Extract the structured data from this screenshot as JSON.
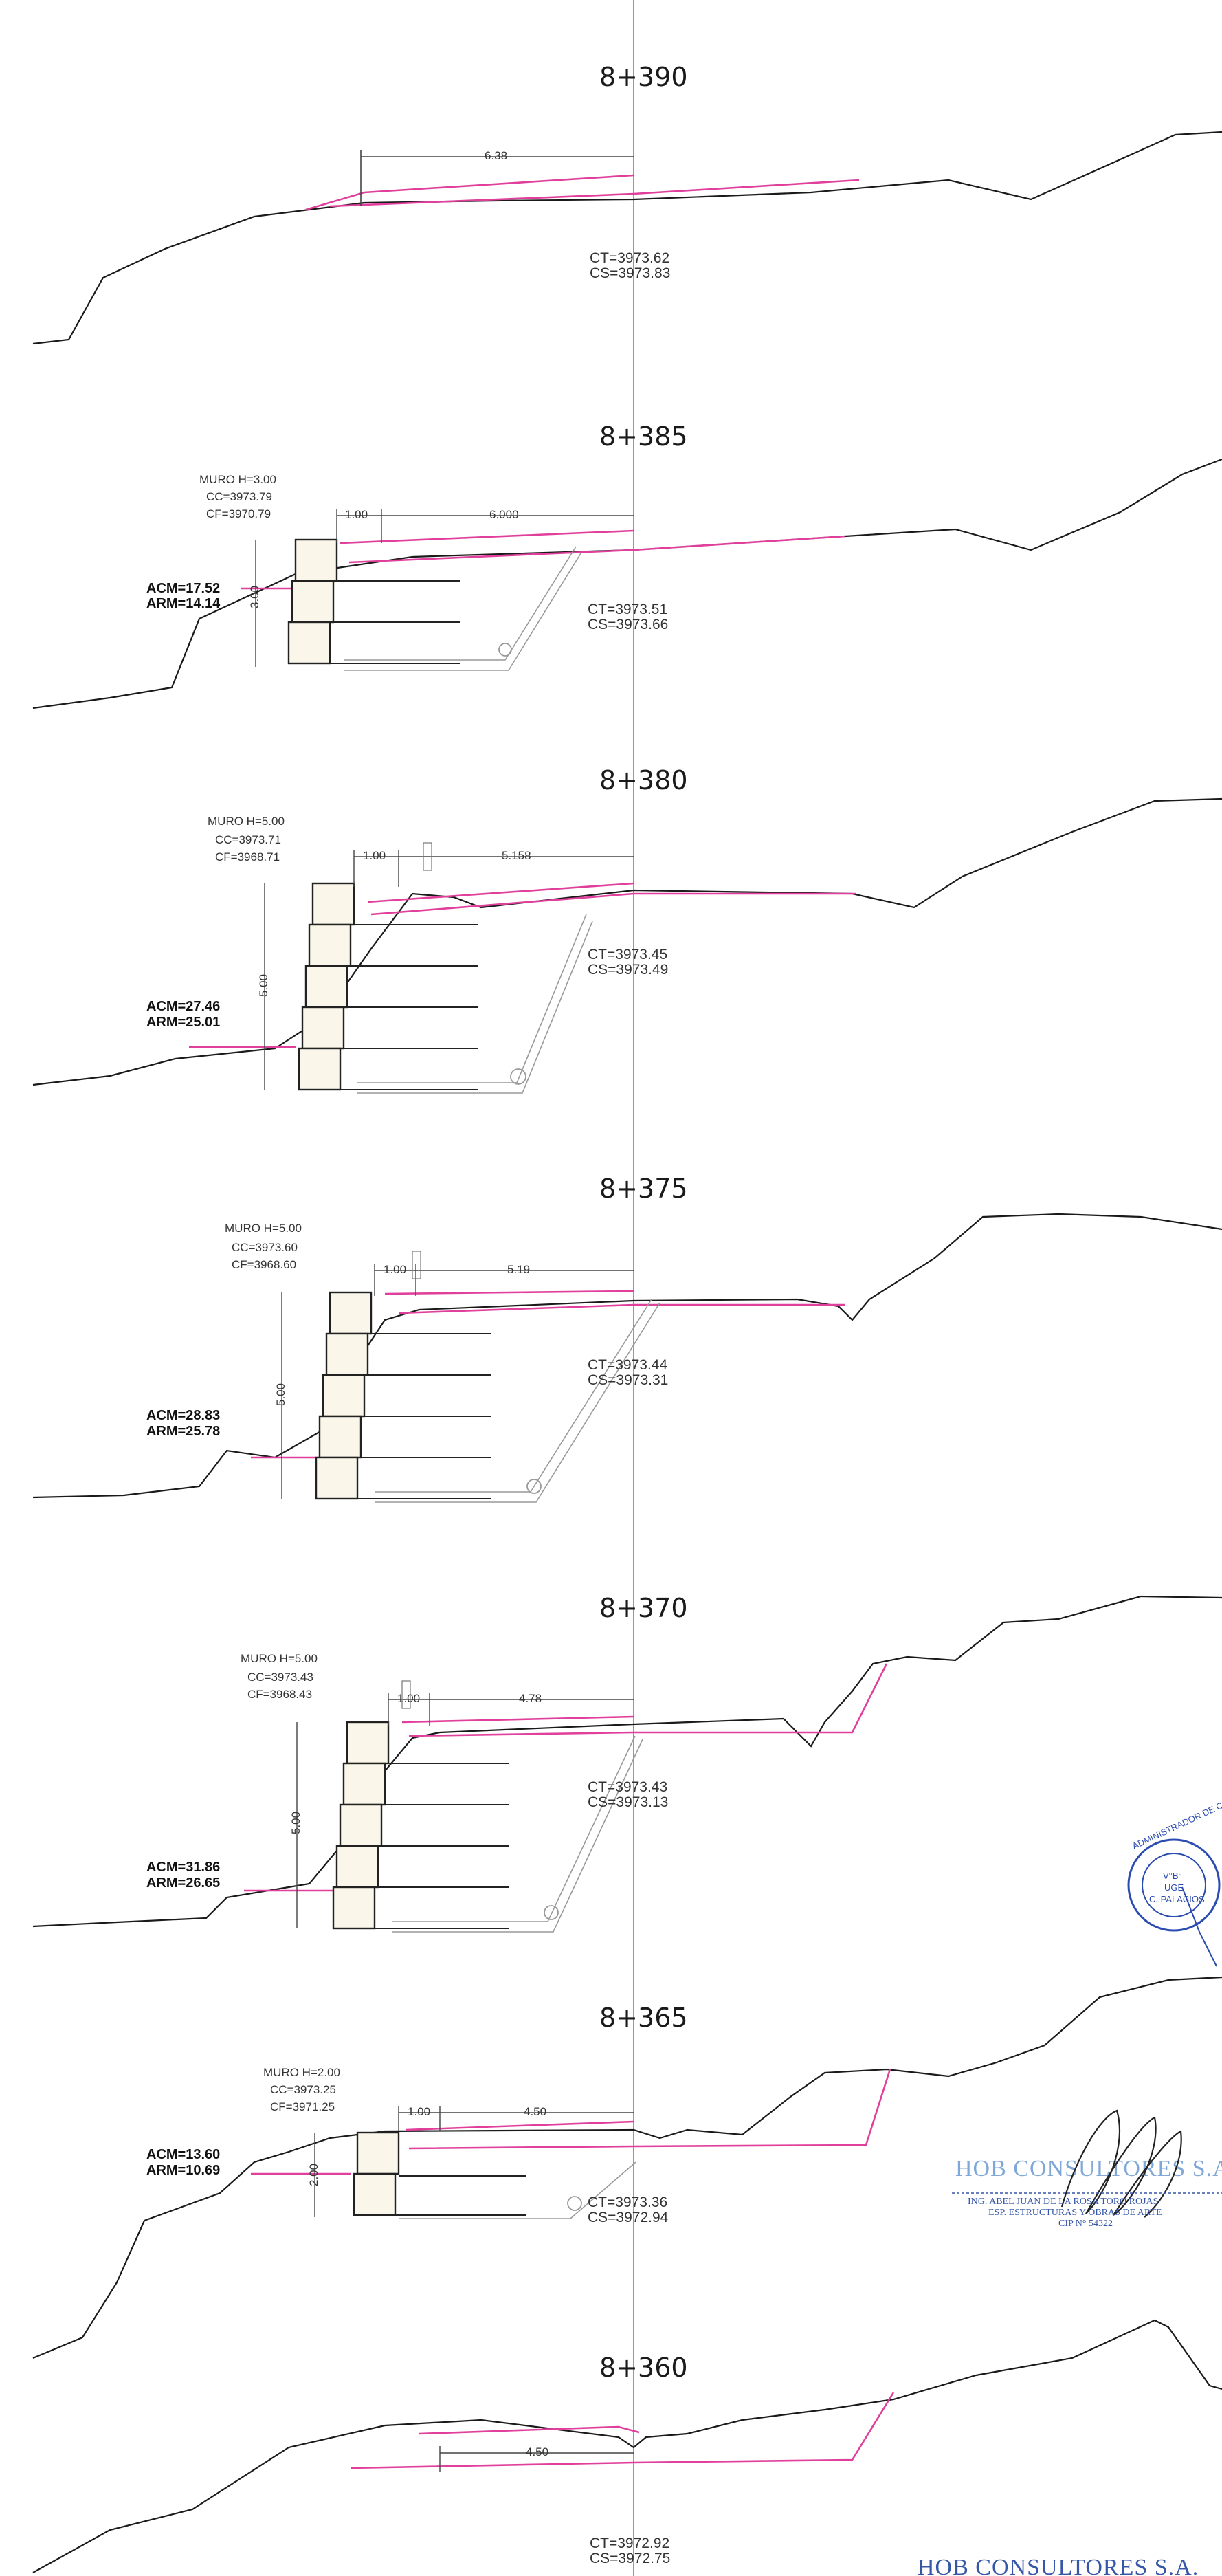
{
  "sections": [
    {
      "station": "8+390",
      "wall": "",
      "cc": "",
      "cf": "",
      "dim_offset": "",
      "dim_width": "6.38",
      "ct": "CT=3973.62",
      "cs": "CS=3973.83",
      "acm": "",
      "arm": "",
      "wall_height_label": ""
    },
    {
      "station": "8+385",
      "wall": "MURO  H=3.00",
      "cc": "CC=3973.79",
      "cf": "CF=3970.79",
      "dim_offset": "1.00",
      "dim_width": "6.000",
      "ct": "CT=3973.51",
      "cs": "CS=3973.66",
      "acm": "ACM=17.52",
      "arm": "ARM=14.14",
      "wall_height_label": "3.00"
    },
    {
      "station": "8+380",
      "wall": "MURO  H=5.00",
      "cc": "CC=3973.71",
      "cf": "CF=3968.71",
      "dim_offset": "1.00",
      "dim_width": "5.158",
      "ct": "CT=3973.45",
      "cs": "CS=3973.49",
      "acm": "ACM=27.46",
      "arm": "ARM=25.01",
      "wall_height_label": "5.00"
    },
    {
      "station": "8+375",
      "wall": "MURO  H=5.00",
      "cc": "CC=3973.60",
      "cf": "CF=3968.60",
      "dim_offset": "1.00",
      "dim_width": "5.19",
      "ct": "CT=3973.44",
      "cs": "CS=3973.31",
      "acm": "ACM=28.83",
      "arm": "ARM=25.78",
      "wall_height_label": "5.00"
    },
    {
      "station": "8+370",
      "wall": "MURO  H=5.00",
      "cc": "CC=3973.43",
      "cf": "CF=3968.43",
      "dim_offset": "1.00",
      "dim_width": "4.78",
      "ct": "CT=3973.43",
      "cs": "CS=3973.13",
      "acm": "ACM=31.86",
      "arm": "ARM=26.65",
      "wall_height_label": "5.00"
    },
    {
      "station": "8+365",
      "wall": "MURO  H=2.00",
      "cc": "CC=3973.25",
      "cf": "CF=3971.25",
      "dim_offset": "1.00",
      "dim_width": "4.50",
      "ct": "CT=3973.36",
      "cs": "CS=3972.94",
      "acm": "ACM=13.60",
      "arm": "ARM=10.69",
      "wall_height_label": "2.00"
    },
    {
      "station": "8+360",
      "wall": "",
      "cc": "",
      "cf": "",
      "dim_offset": "",
      "dim_width": "4.50",
      "ct": "CT=3972.92",
      "cs": "CS=3972.75",
      "acm": "",
      "arm": "",
      "wall_height_label": ""
    }
  ],
  "stamp": {
    "line1": "V°B°",
    "line2": "UGE",
    "line3": "C. PALACIOS",
    "ring": "ADMINISTRADOR DE CONTRATOS"
  },
  "signature_block": {
    "firm": "HOB CONSULTORES S.A.",
    "engineer": "ING. ABEL JUAN DE LA ROSA TORO ROJAS",
    "specialty": "ESP. ESTRUCTURAS Y OBRAS DE ARTE",
    "cip": "CIP N° 54322"
  },
  "footer": {
    "firm": "HOB CONSULTORES S.A."
  },
  "colors": {
    "terrain": "#1a1a1a",
    "design": "#e0409c",
    "stamp": "#2a4bb0",
    "firm": "#7fa8d8"
  }
}
